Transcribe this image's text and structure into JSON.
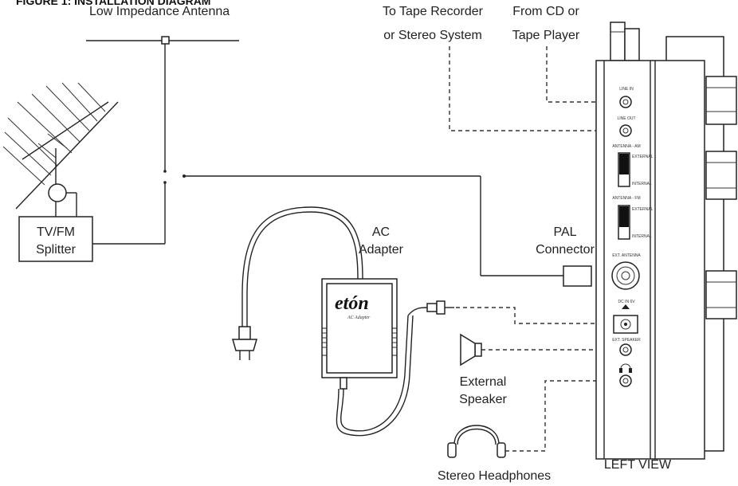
{
  "figure": {
    "title": "FIGURE 1: INSTALLATION DIAGRAM"
  },
  "labels": {
    "antenna": "Low Impedance Antenna",
    "tape_recorder_line1": "To Tape Recorder",
    "tape_recorder_line2": "or Stereo System",
    "cd_line1": "From CD or",
    "cd_line2": "Tape Player",
    "splitter_line1": "TV/FM",
    "splitter_line2": "Splitter",
    "ac_adapter_line1": "AC",
    "ac_adapter_line2": "Adapter",
    "pal_line1": "PAL",
    "pal_line2": "Connector",
    "speaker_line1": "External",
    "speaker_line2": "Speaker",
    "headphones": "Stereo Headphones",
    "left_view": "LEFT VIEW"
  },
  "adapter": {
    "brand": "etón",
    "subtitle": "AC Adapter"
  },
  "panel": {
    "line_in": "LINE IN",
    "line_out": "LINE OUT",
    "antenna_am": "ANTENNA - AM",
    "antenna_fm": "ANTENNA - FM",
    "ext_antenna": "EXT. ANTENNA",
    "dc_in": "DC IN 6V",
    "ext_speaker": "EXT. SPEAKER",
    "switch_top": "EXTERNAL",
    "switch_bottom": "INTERNAL"
  }
}
